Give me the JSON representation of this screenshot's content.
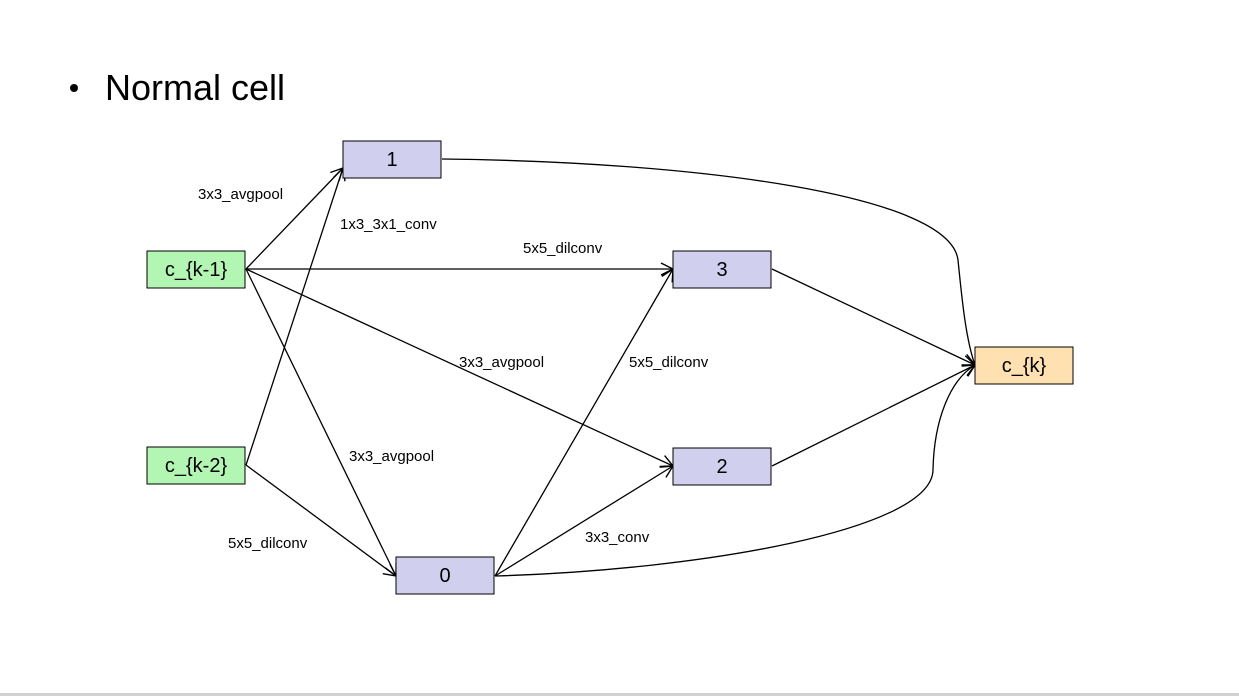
{
  "slide": {
    "bullet_text": "Normal cell"
  },
  "colors": {
    "input_node_fill": "#b3f5b3",
    "intermediate_node_fill": "#d0d0ee",
    "output_node_fill": "#ffe0b0",
    "stroke": "#000000"
  },
  "nodes": {
    "c_k_minus_1": "c_{k-1}",
    "c_k_minus_2": "c_{k-2}",
    "n0": "0",
    "n1": "1",
    "n2": "2",
    "n3": "3",
    "c_k": "c_{k}"
  },
  "edges": {
    "ck1_to_1": "3x3_avgpool",
    "ck2_to_1": "1x3_3x1_conv",
    "ck1_to_3": "5x5_dilconv",
    "ck1_to_2": "3x3_avgpool",
    "ck1_to_0": "3x3_avgpool",
    "ck2_to_0": "5x5_dilconv",
    "n0_to_3": "5x5_dilconv",
    "n0_to_2": "3x3_conv"
  }
}
